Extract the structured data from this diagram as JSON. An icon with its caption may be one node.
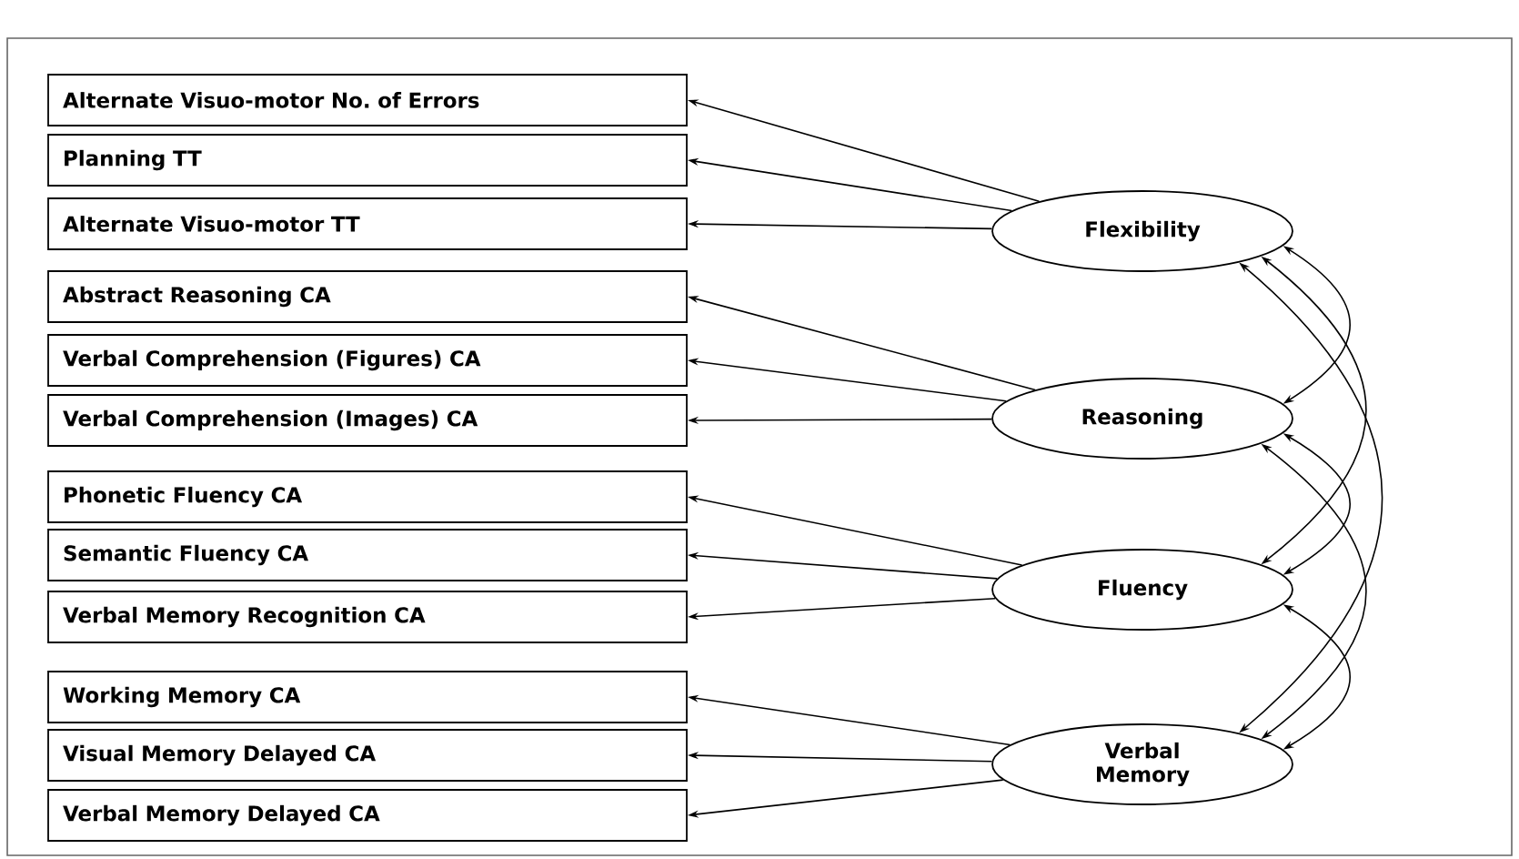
{
  "diagram": {
    "nodes": [
      {
        "text": [
          "Alternate Visuo-motor No. of Errors"
        ]
      },
      {
        "text": [
          "Planning TT"
        ]
      },
      {
        "text": [
          "Alternate Visuo-motor TT"
        ]
      },
      {
        "text": [
          "Abstract Reasoning CA"
        ]
      },
      {
        "text": [
          "Verbal Comprehension (Figures) CA"
        ]
      },
      {
        "text": [
          "Verbal Comprehension (Images) CA"
        ]
      },
      {
        "text": [
          "Phonetic Fluency CA"
        ]
      },
      {
        "text": [
          "Semantic Fluency CA"
        ]
      },
      {
        "text": [
          "Verbal Memory Recognition CA"
        ]
      },
      {
        "text": [
          "Working Memory CA"
        ]
      },
      {
        "text": [
          "Visual Memory Delayed CA"
        ]
      },
      {
        "text": [
          "Verbal Memory Delayed CA"
        ]
      },
      {
        "text": [
          "Flexibility"
        ]
      },
      {
        "text": [
          "Reasoning"
        ]
      },
      {
        "text": [
          "Fluency"
        ]
      },
      {
        "text": [
          "Verbal Memory"
        ]
      }
    ],
    "edges": [
      {
        "from": 12,
        "to": 0,
        "arrow": "to"
      },
      {
        "from": 12,
        "to": 1,
        "arrow": "to"
      },
      {
        "from": 12,
        "to": 2,
        "arrow": "to"
      },
      {
        "from": 13,
        "to": 3,
        "arrow": "to"
      },
      {
        "from": 13,
        "to": 4,
        "arrow": "to"
      },
      {
        "from": 13,
        "to": 5,
        "arrow": "to"
      },
      {
        "from": 14,
        "to": 6,
        "arrow": "to"
      },
      {
        "from": 14,
        "to": 7,
        "arrow": "to"
      },
      {
        "from": 14,
        "to": 8,
        "arrow": "to"
      },
      {
        "from": 15,
        "to": 9,
        "arrow": "to"
      },
      {
        "from": 15,
        "to": 10,
        "arrow": "to"
      },
      {
        "from": 15,
        "to": 11,
        "arrow": "to"
      },
      {
        "from": 12,
        "to": 13,
        "arrow": "both"
      },
      {
        "from": 12,
        "to": 14,
        "arrow": "both"
      },
      {
        "from": 12,
        "to": 15,
        "arrow": "both"
      },
      {
        "from": 13,
        "to": 14,
        "arrow": "both"
      },
      {
        "from": 13,
        "to": 15,
        "arrow": "both"
      },
      {
        "from": 14,
        "to": 15,
        "arrow": "both"
      }
    ]
  }
}
